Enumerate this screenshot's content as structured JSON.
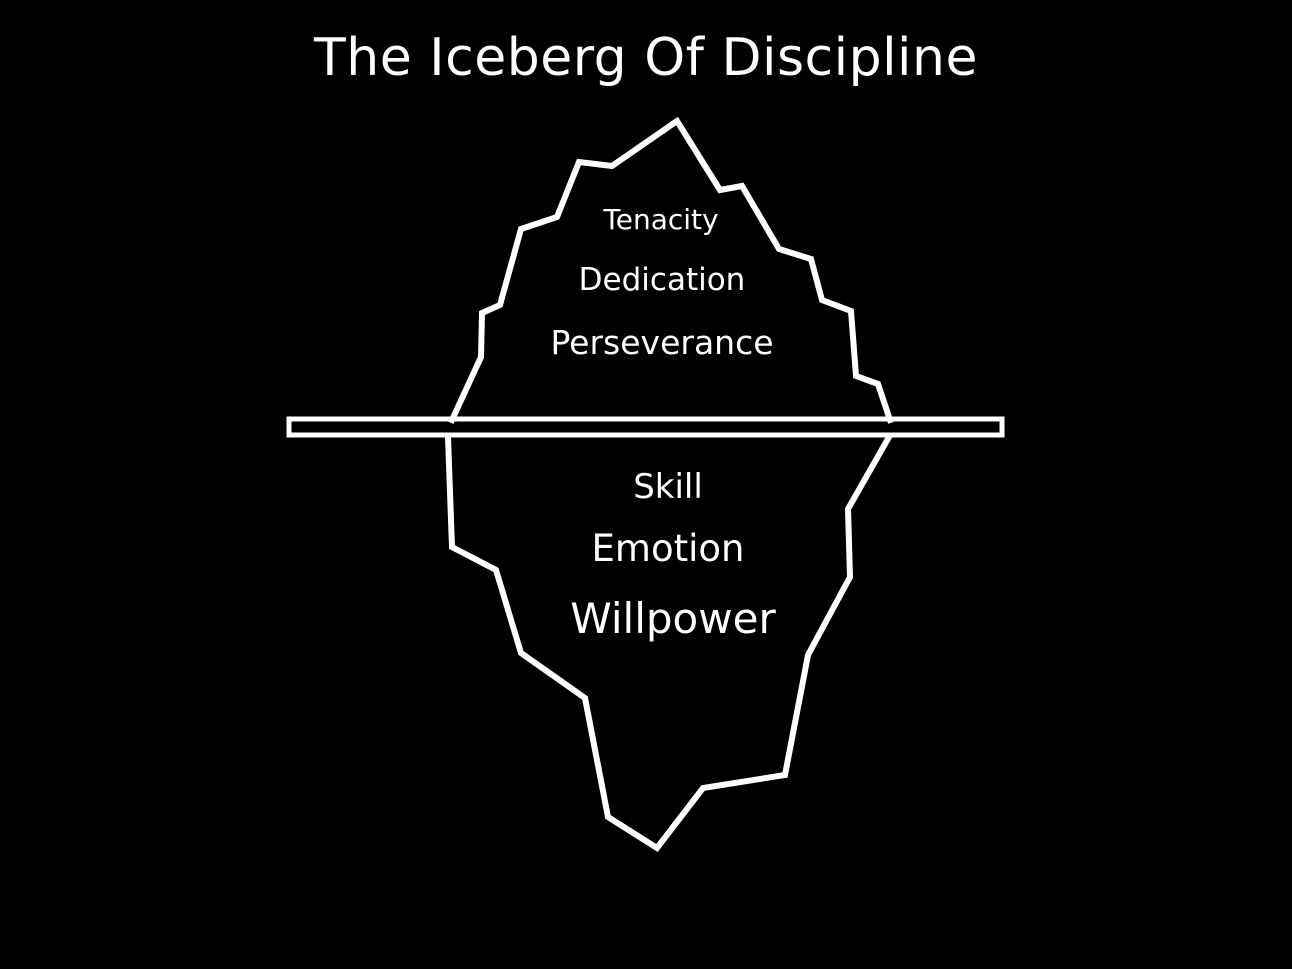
{
  "title": "The Iceberg Of Discipline",
  "colors": {
    "background": "#000000",
    "foreground": "#ffffff"
  },
  "iceberg": {
    "above_water": {
      "labels": [
        "Tenacity",
        "Dedication",
        "Perseverance"
      ]
    },
    "waterline": {
      "label": ""
    },
    "below_water": {
      "labels": [
        "Skill",
        "Emotion",
        "Willpower"
      ]
    }
  }
}
